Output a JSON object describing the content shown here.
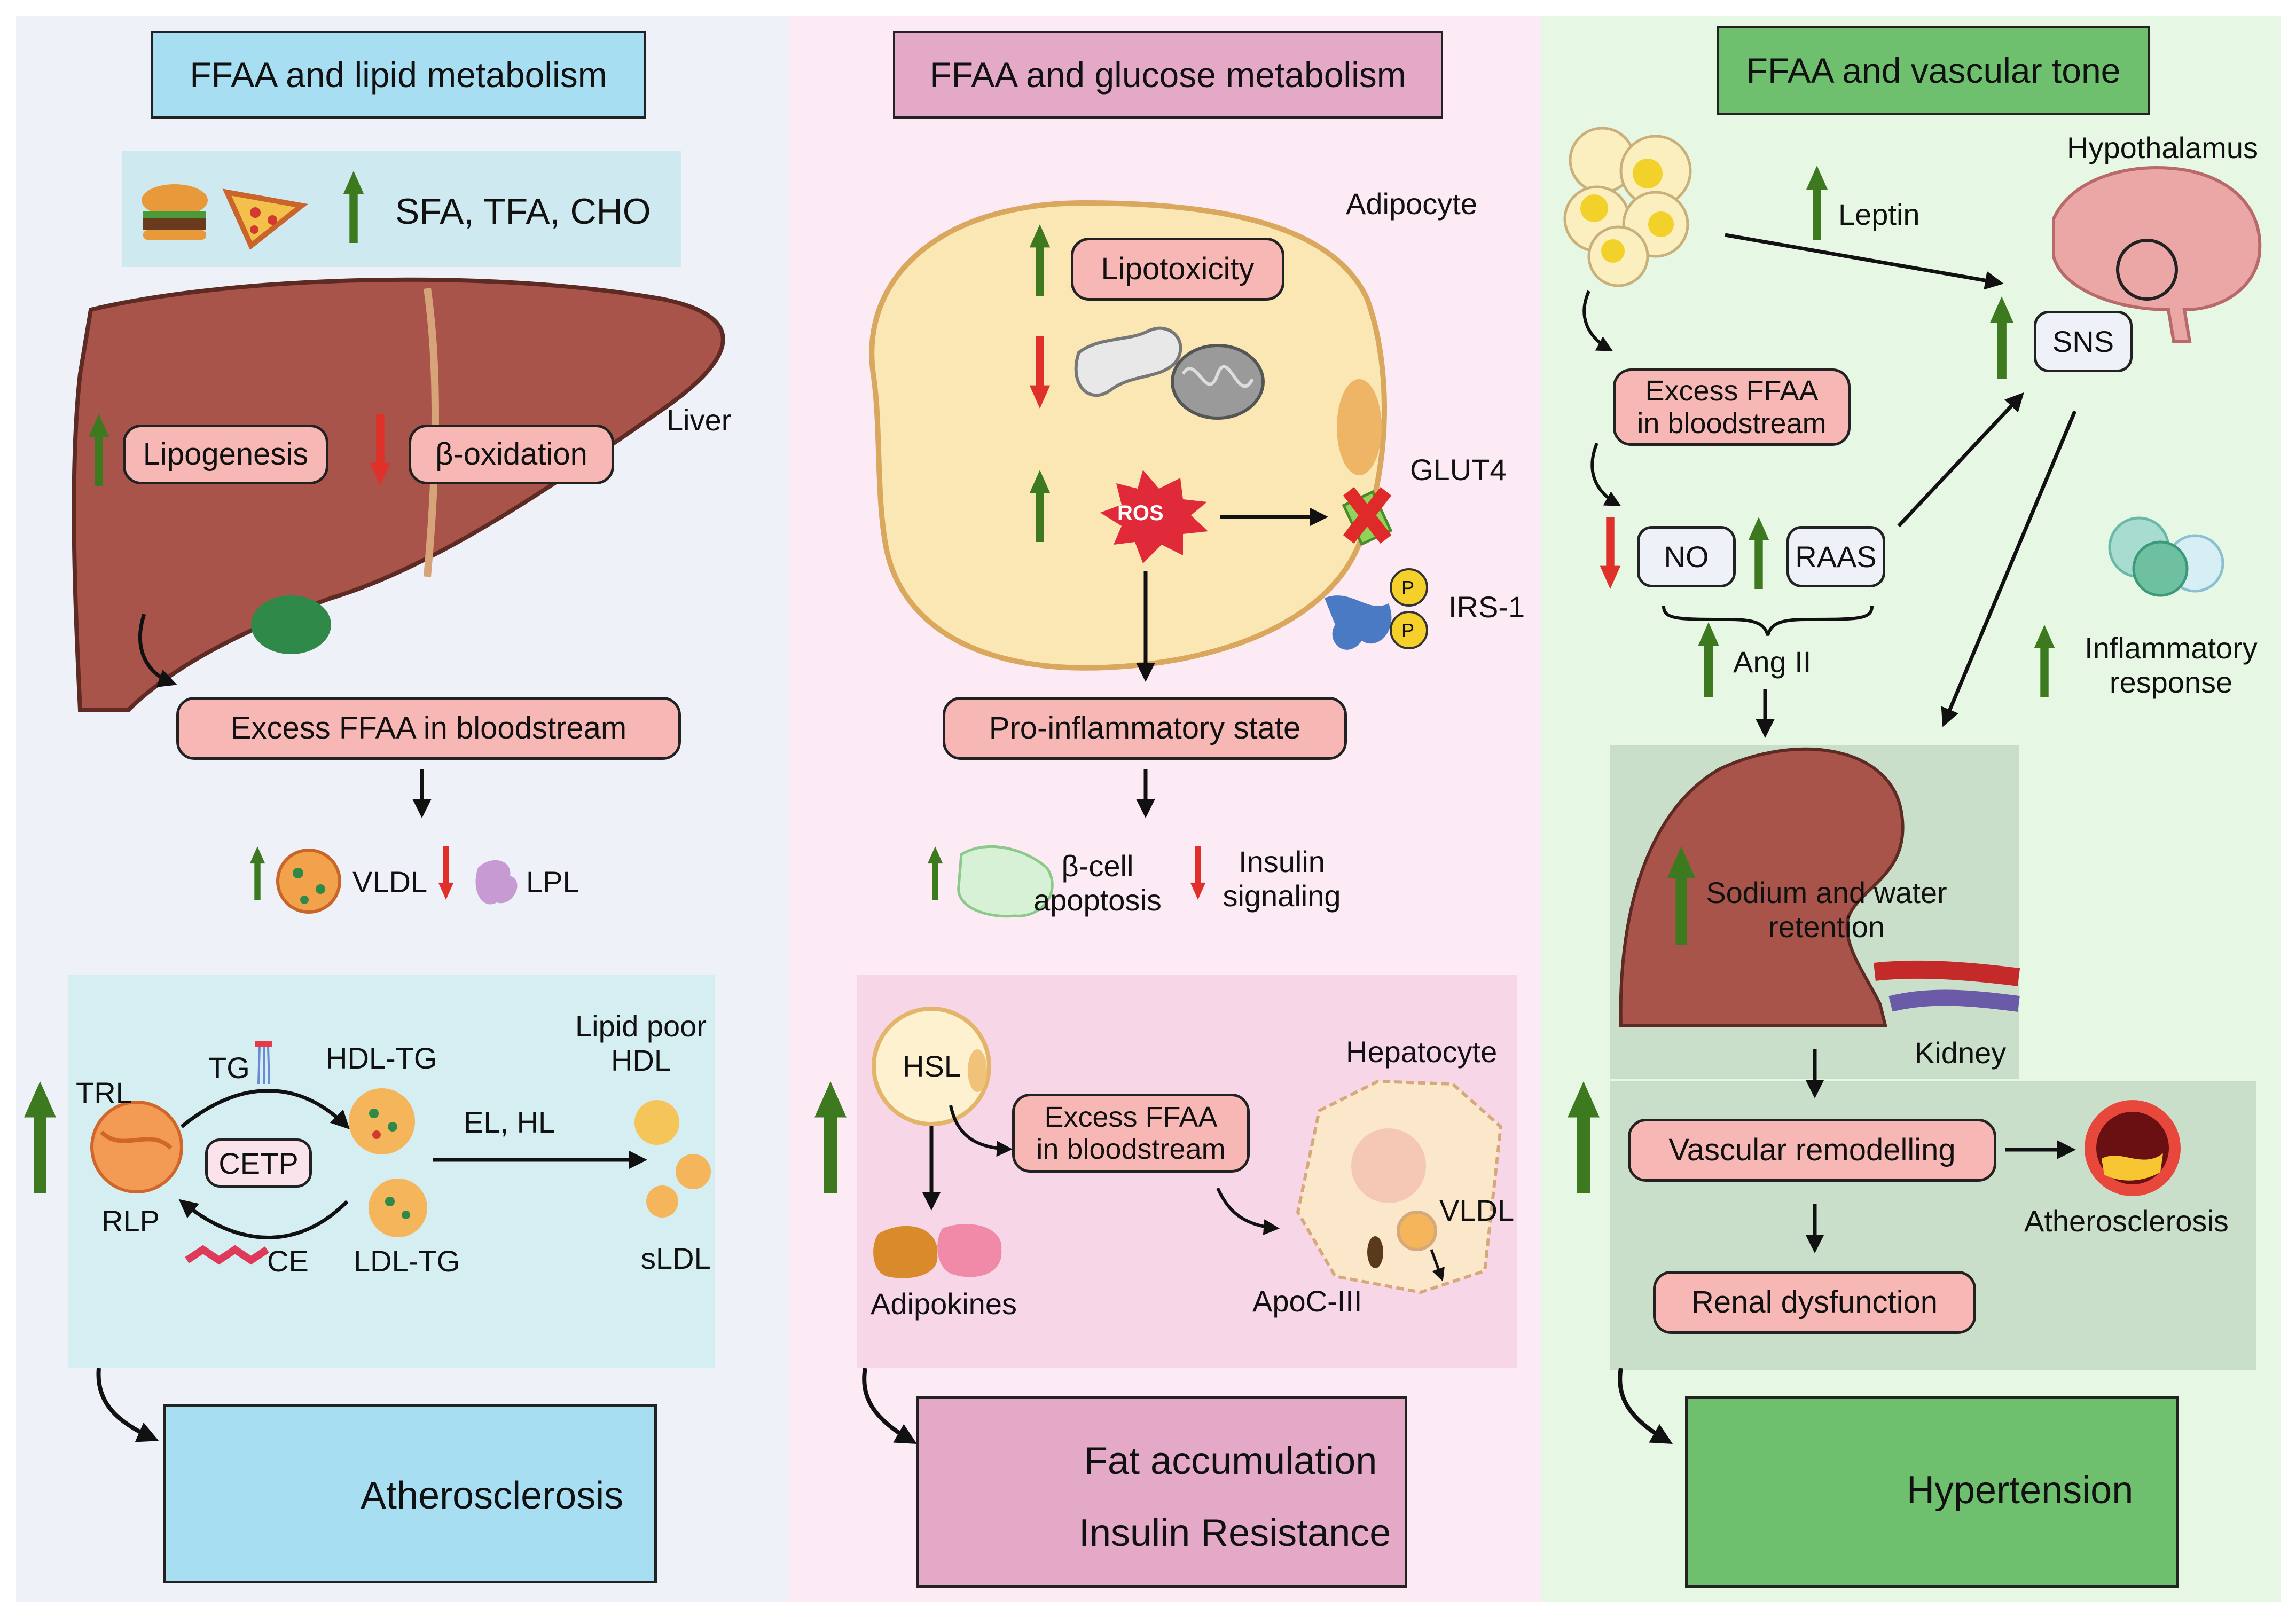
{
  "panels": [
    {
      "title": "FFAA and lipid metabolism",
      "diet_label": "SFA, TFA, CHO",
      "liver_label": "Liver",
      "lipogenesis": "Lipogenesis",
      "beta_oxidation": "β-oxidation",
      "excess_ffaa": "Excess FFAA in bloodstream",
      "vldl": "VLDL",
      "lpl": "LPL",
      "trl": "TRL",
      "rlp": "RLP",
      "tg": "TG",
      "cetp": "CETP",
      "ce": "CE",
      "hdl_tg": "HDL-TG",
      "ldl_tg": "LDL-TG",
      "el_hl": "EL, HL",
      "lipid_poor_hdl_1": "Lipid poor",
      "lipid_poor_hdl_2": "HDL",
      "sldl": "sLDL",
      "outcome": "Atherosclerosis"
    },
    {
      "title": "FFAA and glucose metabolism",
      "adipocyte": "Adipocyte",
      "lipotoxicity": "Lipotoxicity",
      "ros": "ROS",
      "glut4": "GLUT4",
      "irs1": "IRS-1",
      "p": "P",
      "proinflammatory": "Pro-inflammatory state",
      "beta_cell_1": "β-cell",
      "beta_cell_2": "apoptosis",
      "insulin_sig_1": "Insulin",
      "insulin_sig_2": "signaling",
      "hsl": "HSL",
      "excess_ffaa_1": "Excess FFAA",
      "excess_ffaa_2": "in bloodstream",
      "hepatocyte": "Hepatocyte",
      "vldl": "VLDL",
      "apoc3": "ApoC-III",
      "adipokines": "Adipokines",
      "outcome_1": "Fat accumulation",
      "outcome_2": "Insulin Resistance"
    },
    {
      "title": "FFAA and vascular tone",
      "leptin": "Leptin",
      "hypothalamus": "Hypothalamus",
      "sns": "SNS",
      "excess_ffaa_1": "Excess FFAA",
      "excess_ffaa_2": "in bloodstream",
      "no": "NO",
      "raas": "RAAS",
      "ang2": "Ang II",
      "inflammatory_1": "Inflammatory",
      "inflammatory_2": "response",
      "sodium_1": "Sodium and water",
      "sodium_2": "retention",
      "kidney": "Kidney",
      "vascular_remodelling": "Vascular remodelling",
      "atherosclerosis": "Atherosclerosis",
      "renal_dysfunction": "Renal dysfunction",
      "outcome": "Hypertension"
    }
  ],
  "colors": {
    "up_arrow": "#3d7a1f",
    "down_arrow": "#e0302a",
    "pill": "#f7b7b5",
    "title_blue": "#a8def2",
    "title_pink": "#e5a9c8",
    "title_green": "#6ebf6e"
  }
}
